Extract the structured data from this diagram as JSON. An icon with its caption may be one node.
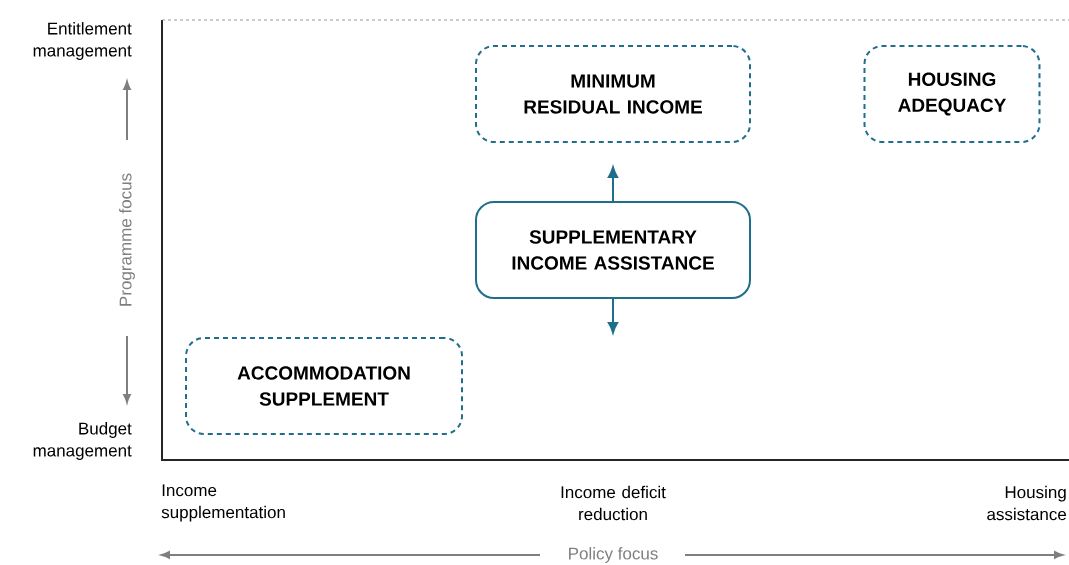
{
  "diagram": {
    "nodes": [
      {
        "text": [
          "MINIMUM RESIDUAL INCOME"
        ]
      },
      {
        "text": [
          "HOUSING ADEQUACY"
        ]
      },
      {
        "text": [
          "SUPPLEMENTARY INCOME ASSISTANCE"
        ]
      },
      {
        "text": [
          "ACCOMMODATION SUPPLEMENT"
        ]
      }
    ],
    "edges": [
      {
        "from": 2,
        "to": null,
        "arrow": "to"
      },
      {
        "from": 2,
        "to": null,
        "arrow": "to"
      }
    ],
    "labels": [
      "Entitlement management",
      "Programme focus",
      "Budget management",
      "Income supplementation",
      "Income deficit reduction",
      "Housing assistance",
      "Policy focus"
    ]
  }
}
